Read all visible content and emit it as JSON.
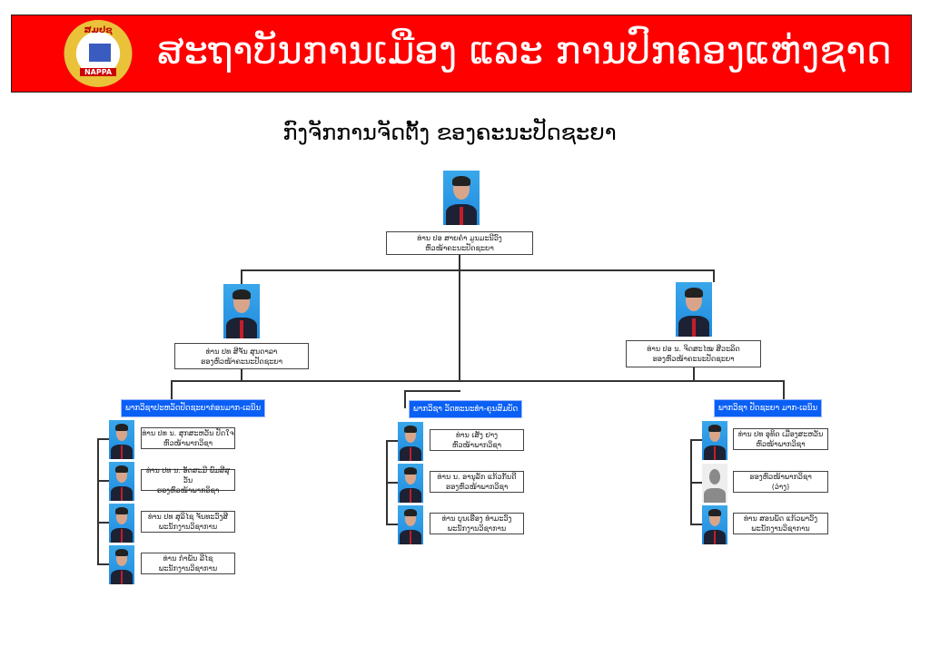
{
  "header": {
    "logo_text": "ສມປຊ",
    "logo_subtext": "NAPPA",
    "title": "ສະຖາບັນການເມືອງ ແລະ ການປົກຄອງແຫ່ງຊາດ",
    "color": "#ff0000"
  },
  "page_title": "ກົງຈັກການຈັດຕັ້ງ ຂອງຄະນະປັດຊະຍາ",
  "head": {
    "name": "ທ່ານ ປອ ສາຍຄຳ ມູນມະນີວົງ",
    "role": "ຫົວໜ້າຄະນະປັດຊະຍາ"
  },
  "deputies": [
    {
      "name": "ທ່ານ ປທ ສີຈັນ ສຸນດາລາ",
      "role": "ຮອງຫົວໜ້າຄະນະປັດຊະຍາ"
    },
    {
      "name": "ທ່ານ ປອ ນ. ຈິດສະໄໝ ສີວະລິດ",
      "role": "ຮອງຫົວໜ້າຄະນະປັດຊະຍາ"
    }
  ],
  "departments": [
    {
      "label": "ພາກວິຊາປະຫວັດປັດຊະຍາກ່ອນມາກ-ເລນິນ",
      "members": [
        {
          "name": "ທ່ານ ປທ ນ. ສຸກສະຫວັນ ປັດໃຈ",
          "role": "ຫົວໜ້າພາກວິຊາ"
        },
        {
          "name": "ທ່ານ ປທ ນ. ອັດສະມີ ພົມສີສຸວັນ",
          "role": "ຮອງຫົວໜ້າພາກວິຊາ"
        },
        {
          "name": "ທ່ານ ປທ ສຸລິໄຊ ຈັນທະວົງສີ",
          "role": "ພະນັກງານວິຊາການ"
        },
        {
          "name": "ທ່ານ ກຳພັນ ລີໄຊ",
          "role": "ພະນັກງານວິຊາການ"
        }
      ]
    },
    {
      "label": "ພາກວິຊາ ວັດທະນະທຳ-ຄຸນສົມບັດ",
      "members": [
        {
          "name": "ທ່ານ ເສັງ ຢາງ",
          "role": "ຫົວໜ້າພາກວິຊາ"
        },
        {
          "name": "ທ່ານ ນ. ອານຸລັກ ແກ້ວກັນດີ",
          "role": "ຮອງຫົວໜ້າພາກວິຊາ"
        },
        {
          "name": "ທ່ານ ບຸນເຮືອງ ທຳມະວົງ",
          "role": "ພະນັກງານວິຊາການ"
        }
      ]
    },
    {
      "label": "ພາກວິຊາ ປັດຊະຍາ ມາກ-ເລນິນ",
      "members": [
        {
          "name": "ທ່ານ ປທ ອຸທິດ ເມືອງສະຫວັນ",
          "role": "ຫົວໜ້າພາກວິຊາ"
        },
        {
          "name": "ຮອງຫົວໜ້າພາກວິຊາ",
          "role": "(ວ່າງ)",
          "vacant": true
        },
        {
          "name": "ທ່ານ ສອນພັດ ແກ້ວພາວົງ",
          "role": "ພະນັກງານວິຊາການ"
        }
      ]
    }
  ]
}
